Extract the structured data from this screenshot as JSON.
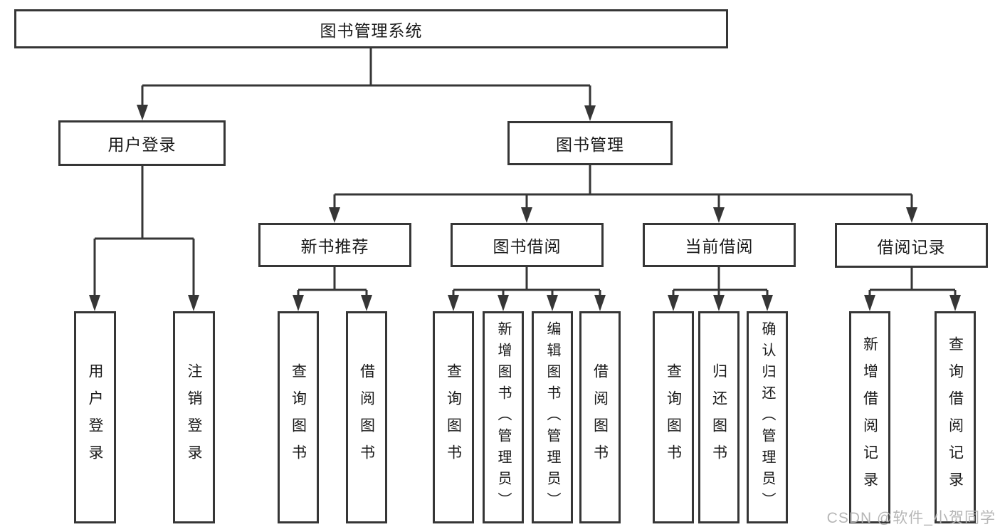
{
  "tree": {
    "label": "图书管理系统",
    "children": [
      {
        "label": "用户登录",
        "children": [
          {
            "label": "用户登录"
          },
          {
            "label": "注销登录"
          }
        ]
      },
      {
        "label": "图书管理",
        "children": [
          {
            "label": "新书推荐",
            "children": [
              {
                "label": "查询图书"
              },
              {
                "label": "借阅图书"
              }
            ]
          },
          {
            "label": "图书借阅",
            "children": [
              {
                "label": "查询图书"
              },
              {
                "label": "新增图书（管理员）"
              },
              {
                "label": "编辑图书（管理员）"
              },
              {
                "label": "借阅图书"
              }
            ]
          },
          {
            "label": "当前借阅",
            "children": [
              {
                "label": "查询图书"
              },
              {
                "label": "归还图书"
              },
              {
                "label": "确认归还（管理员）"
              }
            ]
          },
          {
            "label": "借阅记录",
            "children": [
              {
                "label": "新增借阅记录"
              },
              {
                "label": "查询借阅记录"
              }
            ]
          }
        ]
      }
    ]
  },
  "watermark": "CSDN @软件_小贺同学",
  "colors": {
    "line": "#363636",
    "text": "#1a1a1a",
    "watermark": "#b2b2b2",
    "background": "#ffffff"
  }
}
